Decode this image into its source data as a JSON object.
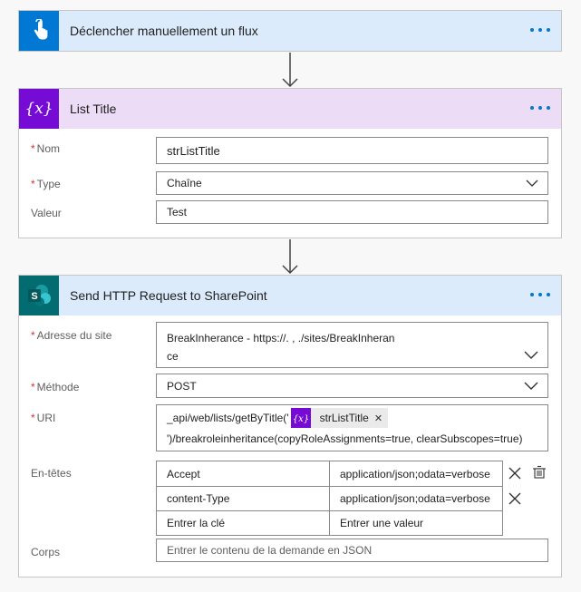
{
  "trigger": {
    "title": "Déclencher manuellement un flux",
    "icon": "touch-hand-icon",
    "color": "#0078d4"
  },
  "variable": {
    "title": "List Title",
    "icon": "variable-icon",
    "color": "#770bd6",
    "fields": {
      "nom_label": "Nom",
      "nom_value": "strListTitle",
      "type_label": "Type",
      "type_value": "Chaîne",
      "valeur_label": "Valeur",
      "valeur_value": "Test"
    }
  },
  "sharepoint": {
    "title": "Send HTTP Request to SharePoint",
    "icon": "sharepoint-icon",
    "color": "#036c70",
    "site_label": "Adresse du site",
    "site_value_line1": "BreakInherance - https://.                      ,            ./sites/BreakInheran",
    "site_value_line2": "ce",
    "method_label": "Méthode",
    "method_value": "POST",
    "uri_label": "URI",
    "uri_prefix": "_api/web/lists/getByTitle('",
    "uri_token": "strListTitle",
    "uri_suffix": "')/breakroleinheritance(copyRoleAssignments=true, clearSubscopes=true)",
    "headers_label": "En-têtes",
    "headers": [
      {
        "key": "Accept",
        "value": "application/json;odata=verbose"
      },
      {
        "key": "content-Type",
        "value": "application/json;odata=verbose"
      }
    ],
    "header_key_placeholder": "Entrer la clé",
    "header_value_placeholder": "Entrer une valeur",
    "body_label": "Corps",
    "body_placeholder": "Entrer le contenu de la demande en JSON"
  },
  "menu_icon": "more-dots-icon",
  "colors": {
    "trigger_header_bg": "#dcebfb",
    "variable_header_bg": "#ecdcf6",
    "sharepoint_header_bg": "#dcebfb",
    "required": "#d13438",
    "accent": "#0078d4"
  }
}
